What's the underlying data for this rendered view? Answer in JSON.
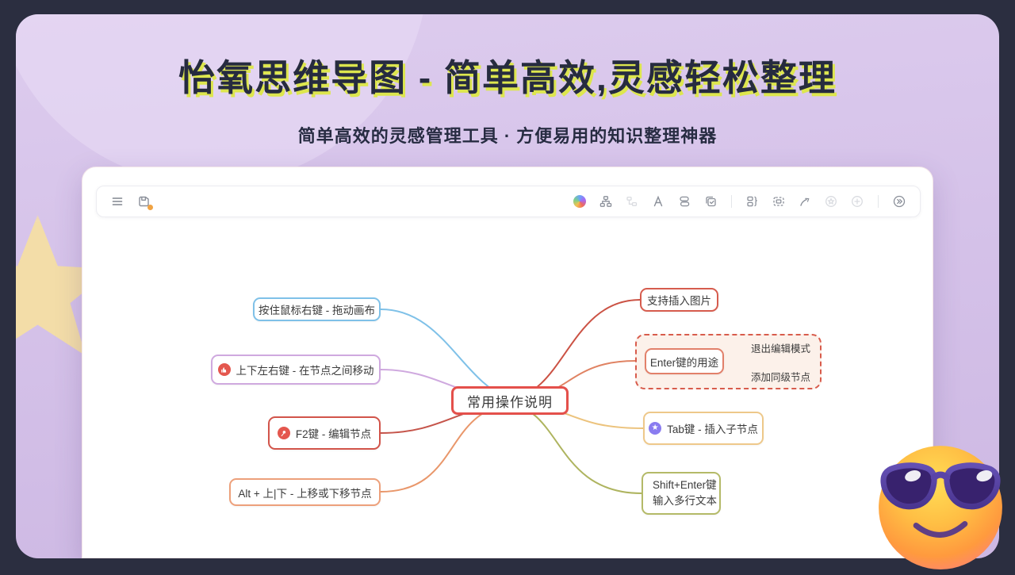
{
  "hero": {
    "title": "怡氧思维导图 - 简单高效,灵感轻松整理",
    "subtitle": "简单高效的灵感管理工具 · 方便易用的知识整理神器"
  },
  "toolbar": {
    "left_icons": [
      "menu",
      "save"
    ],
    "right_icons_group1": [
      "color-theme",
      "layout-structure",
      "sibling-node",
      "text-style",
      "node-shape",
      "todo-check"
    ],
    "right_icons_group2": [
      "summary-brace",
      "outer-frame",
      "relation-line",
      "medal",
      "add-node"
    ],
    "right_icons_group3": [
      "expand-more"
    ]
  },
  "mindmap": {
    "root": {
      "label": "常用操作说明",
      "border_color": "#e4504b"
    },
    "left_nodes": [
      {
        "label": "按住鼠标右键 - 拖动画布",
        "border_color": "#7fc1e8",
        "line_color": "#7fc1e8"
      },
      {
        "label": "上下左右键 - 在节点之间移动",
        "icon": "thumbs-up",
        "icon_bg": "#e4574e",
        "border_color": "#cfa9df",
        "line_color": "#cfa9df"
      },
      {
        "label": "F2键 - 编辑节点",
        "icon": "pushpin",
        "icon_bg": "#e4574e",
        "border_color": "#d2544a",
        "line_color": "#c5544a"
      },
      {
        "label": "Alt + 上|下 - 上移或下移节点",
        "border_color": "#eda07b",
        "line_color": "#e9976b"
      }
    ],
    "right_nodes": [
      {
        "label": "支持插入图片",
        "border_color": "#d65c4e",
        "line_color": "#cb5244"
      },
      {
        "label": "Enter键的用途",
        "border_color": "#e2806a",
        "line_color": "#e08363",
        "children": [
          "退出编辑模式",
          "添加同级节点"
        ],
        "children_line_color": "#9c4a40",
        "group_border_color": "#d85c4c",
        "group_bg": "#fcf1ea"
      },
      {
        "label": "Tab键 - 插入子节点",
        "icon": "star",
        "icon_bg": "#8a7cf0",
        "border_color": "#eec88a",
        "line_color": "#ecc37d"
      },
      {
        "label_lines": [
          "Shift+Enter键",
          "输入多行文本"
        ],
        "border_color": "#b4ba68",
        "line_color": "#aeb45f"
      }
    ]
  },
  "colors": {
    "frame": "#2b2e40",
    "background_top": "#ddccee",
    "background_bottom": "#cdb8e3",
    "title_text": "#262b3f",
    "title_shadow": "#dde64e",
    "save_badge": "#f0a343",
    "star_accent": "#f5dfa5"
  }
}
